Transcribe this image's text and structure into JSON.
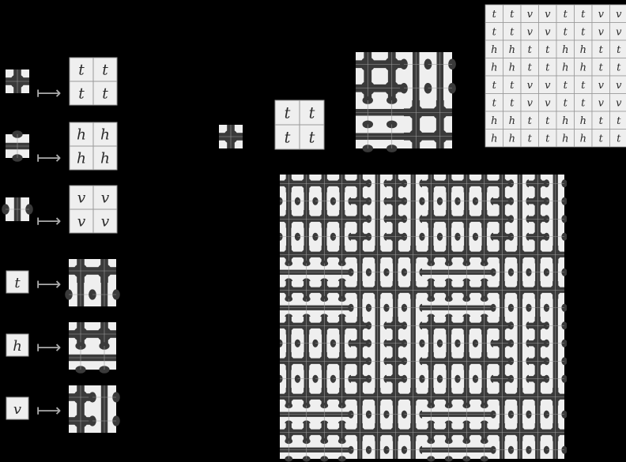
{
  "colors": {
    "background": "#000000",
    "cell": "#efefef",
    "gridline": "#9a9a9a",
    "glyph": "#2b2b2b",
    "tile_fg": "#3a3a3a",
    "arrow": "#aaaaaa"
  },
  "arrow_symbol": "⟼",
  "rules": [
    {
      "from_tile": "plus",
      "to": [
        [
          "t",
          "t"
        ],
        [
          "t",
          "t"
        ]
      ]
    },
    {
      "from_tile": "hband",
      "to": [
        [
          "h",
          "h"
        ],
        [
          "h",
          "h"
        ]
      ]
    },
    {
      "from_tile": "vband",
      "to": [
        [
          "v",
          "v"
        ],
        [
          "v",
          "v"
        ]
      ]
    },
    {
      "from_letter": "t",
      "to_tile": "t-block"
    },
    {
      "from_letter": "h",
      "to_tile": "h-block"
    },
    {
      "from_letter": "v",
      "to_tile": "v-block"
    }
  ],
  "middle": {
    "seed_tile": "plus",
    "first_step": [
      [
        "t",
        "t"
      ],
      [
        "t",
        "t"
      ]
    ]
  },
  "level3_grid": [
    [
      "t",
      "t",
      "v",
      "v",
      "t",
      "t",
      "v",
      "v"
    ],
    [
      "t",
      "t",
      "v",
      "v",
      "t",
      "t",
      "v",
      "v"
    ],
    [
      "h",
      "h",
      "t",
      "t",
      "h",
      "h",
      "t",
      "t"
    ],
    [
      "h",
      "h",
      "t",
      "t",
      "h",
      "h",
      "t",
      "t"
    ],
    [
      "t",
      "t",
      "v",
      "v",
      "t",
      "t",
      "v",
      "v"
    ],
    [
      "t",
      "t",
      "v",
      "v",
      "t",
      "t",
      "v",
      "v"
    ],
    [
      "h",
      "h",
      "t",
      "t",
      "h",
      "h",
      "t",
      "t"
    ],
    [
      "h",
      "h",
      "t",
      "t",
      "h",
      "h",
      "t",
      "t"
    ]
  ]
}
